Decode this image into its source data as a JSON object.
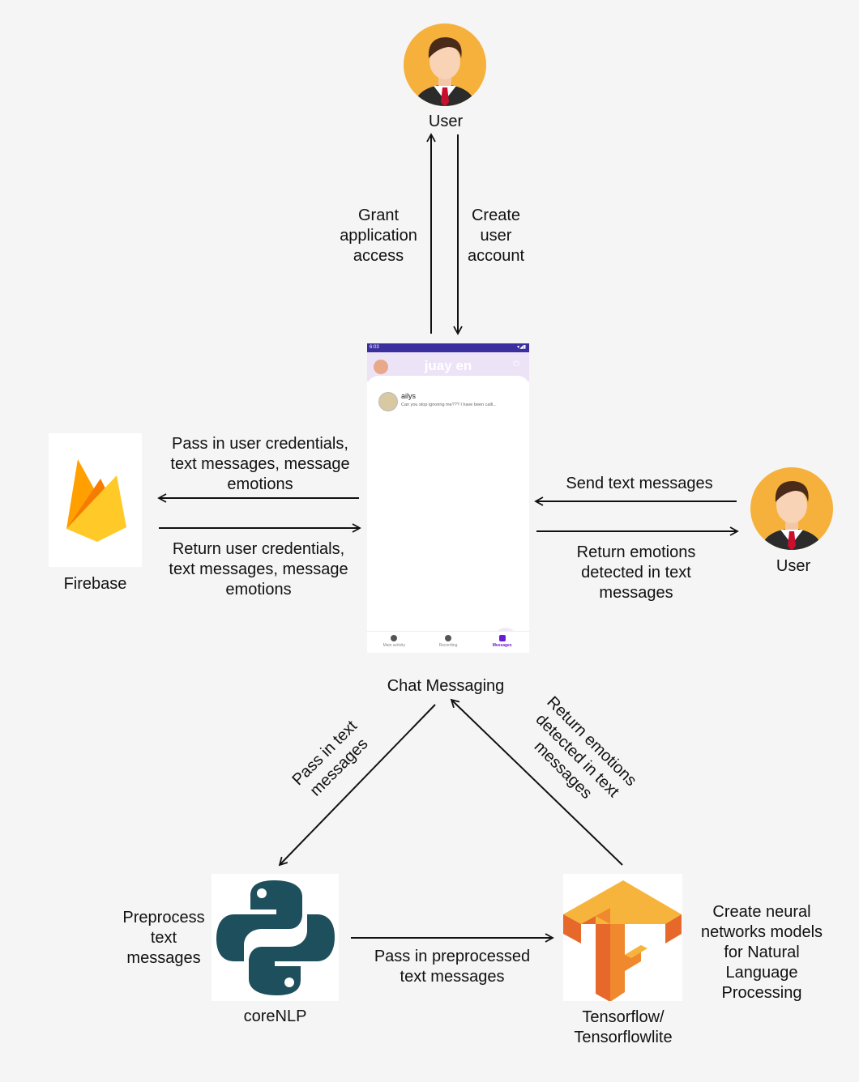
{
  "nodes": {
    "user_top": "User",
    "user_right": "User",
    "firebase": "Firebase",
    "chat": "Chat Messaging",
    "corenlp": "coreNLP",
    "tensorflow": [
      "Tensorflow/",
      "Tensorflowlite"
    ]
  },
  "edges": {
    "grant_access": [
      "Grant",
      "application",
      "access"
    ],
    "create_account": [
      "Create",
      "user",
      "account"
    ],
    "pass_credentials": [
      "Pass in user credentials,",
      "text messages, message",
      "emotions"
    ],
    "return_credentials": [
      "Return user credentials,",
      "text messages, message",
      "emotions"
    ],
    "send_text": "Send text messages",
    "return_emotions_user": [
      "Return emotions",
      "detected in text",
      "messages"
    ],
    "pass_in_text": [
      "Pass in text",
      "messages"
    ],
    "return_emotions_chat": [
      "Return emotions",
      "detected in text",
      "messages"
    ],
    "pass_preprocessed": [
      "Pass in preprocessed",
      "text messages"
    ]
  },
  "notes": {
    "preprocess": [
      "Preprocess",
      "text",
      "messages"
    ],
    "create_models": [
      "Create neural",
      "networks models",
      "for Natural",
      "Language",
      "Processing"
    ]
  },
  "phone": {
    "time": "6:03",
    "title": "juay en",
    "chat_name": "ailys",
    "chat_preview": "Can you stop ignoring me??? I have been calli...",
    "fab": "+",
    "nav": [
      {
        "label": "Main activity",
        "active": false
      },
      {
        "label": "Recording",
        "active": false
      },
      {
        "label": "Messages",
        "active": true
      }
    ]
  },
  "icons": {
    "user": "user-avatar-icon",
    "firebase": "firebase-logo-icon",
    "python": "python-logo-icon",
    "tensorflow": "tensorflow-logo-icon"
  },
  "colors": {
    "background": "#f5f5f5",
    "avatar_bg": "#f5b13b",
    "firebase_yellow": "#ffca28",
    "firebase_orange": "#f57c00",
    "python_teal": "#1e4f5c",
    "tensorflow_orange": "#f0882d",
    "phone_status": "#3b2fa0",
    "phone_appbar": "#ece3f7",
    "phone_accent": "#6a1bd6"
  }
}
